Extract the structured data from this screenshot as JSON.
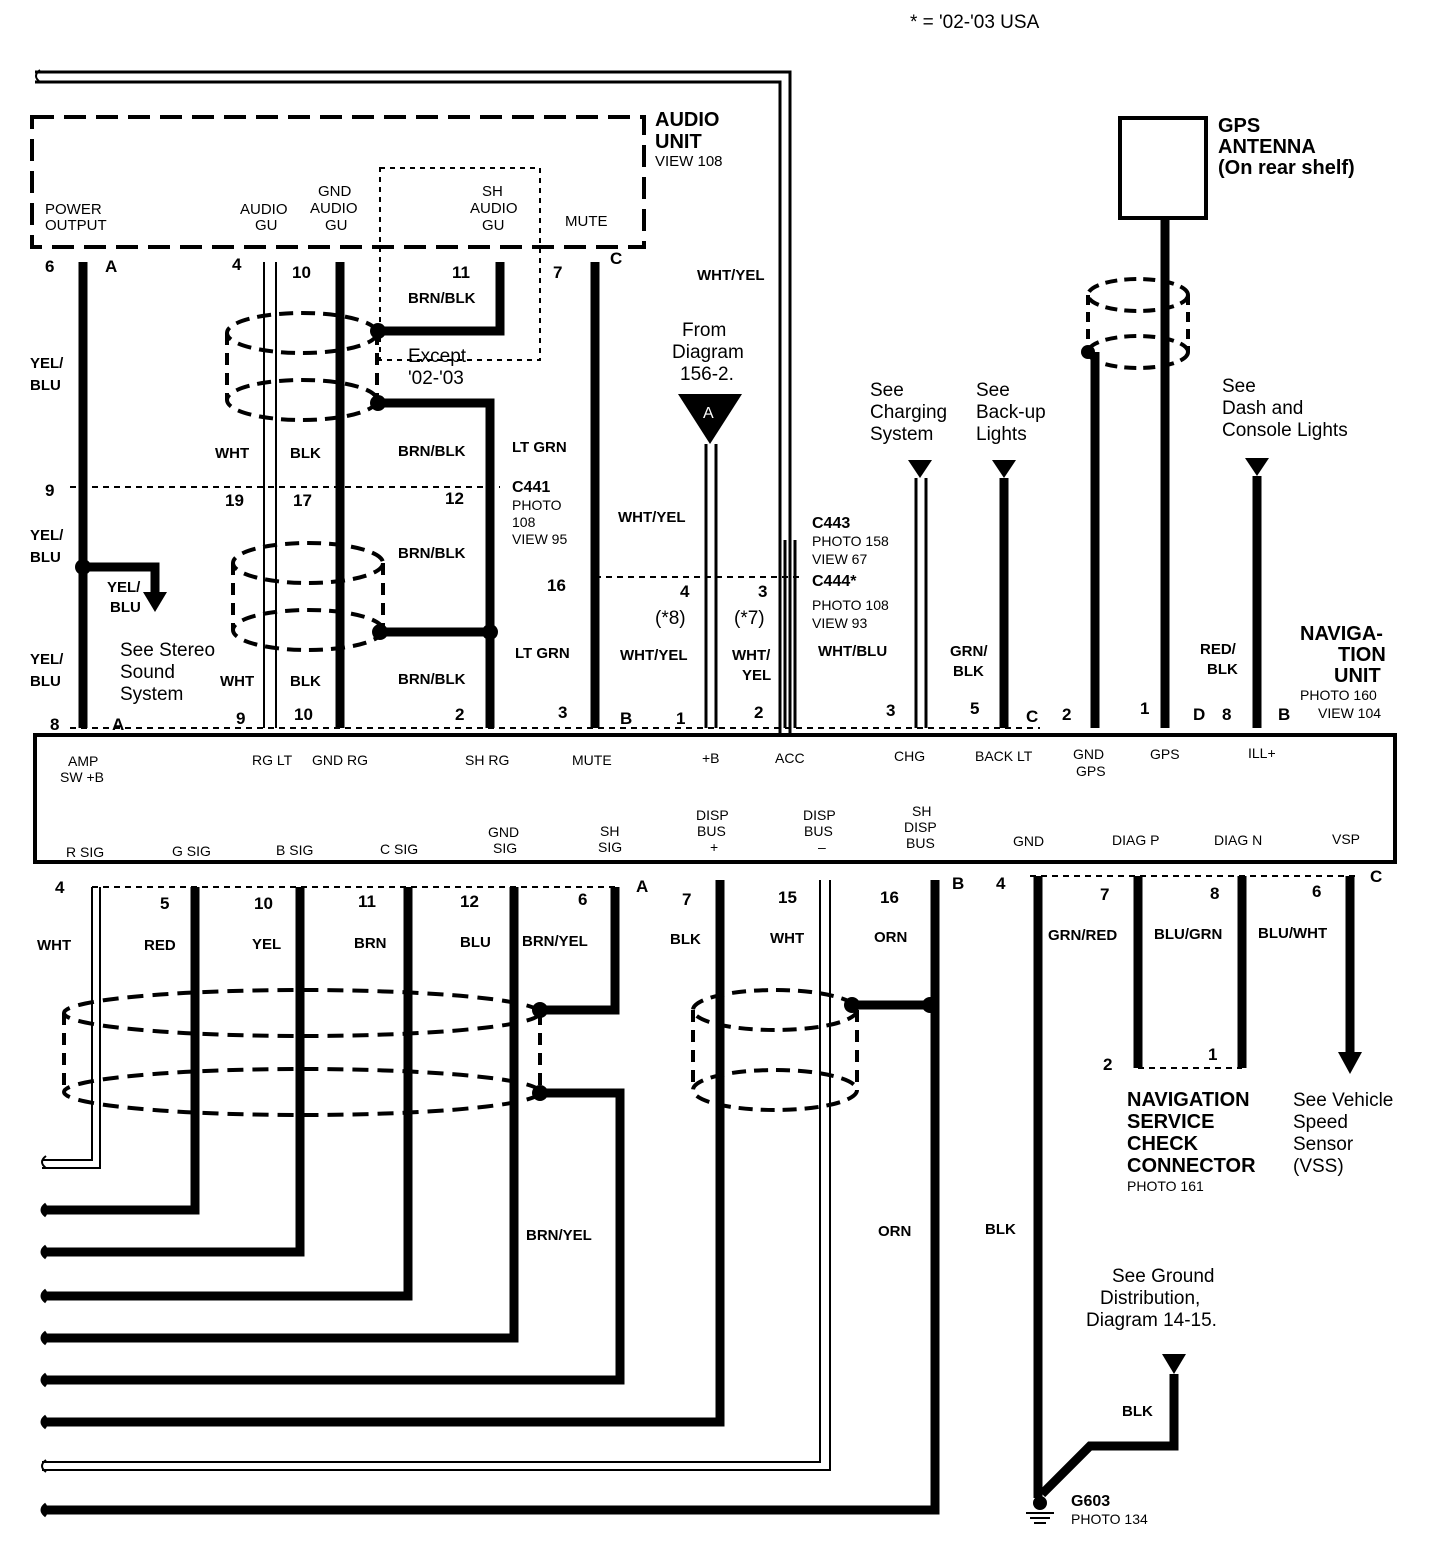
{
  "footnote": "* = '02-'03 USA",
  "components": {
    "audio_unit": {
      "name_line1": "AUDIO",
      "name_line2": "UNIT",
      "view": "VIEW 108"
    },
    "gps_antenna": {
      "line1": "GPS",
      "line2": "ANTENNA",
      "line3": "(On rear shelf)"
    },
    "navigation_unit": {
      "line1": "NAVIGA-",
      "line2": "TION",
      "line3": "UNIT",
      "photo": "PHOTO 160",
      "view": "VIEW 104"
    },
    "nav_check_connector": {
      "line1": "NAVIGATION",
      "line2": "SERVICE",
      "line3": "CHECK",
      "line4": "CONNECTOR",
      "photo": "PHOTO 161"
    },
    "ground": {
      "name": "G603",
      "photo": "PHOTO 134"
    }
  },
  "audio_terminals": [
    {
      "label1": "POWER",
      "label2": "OUTPUT"
    },
    {
      "label1": "AUDIO",
      "label2": "GU"
    },
    {
      "label1": "GND",
      "label2": "AUDIO",
      "label3": "GU"
    },
    {
      "label1": "SH",
      "label2": "AUDIO",
      "label3": "GU"
    },
    {
      "label1": "MUTE"
    }
  ],
  "pins_top": [
    "6",
    "A",
    "4",
    "10",
    "11",
    "7",
    "C"
  ],
  "wires_upper": {
    "yel_blu": "YEL/",
    "blu": "BLU",
    "brn_blk": "BRN/BLK",
    "wht": "WHT",
    "blk": "BLK",
    "lt_grn": "LT GRN",
    "wht_yel": "WHT/YEL",
    "wht_blu": "WHT/BLU",
    "grn": "GRN/",
    "red": "RED/",
    "except": "Except",
    "except_years": "'02-'03"
  },
  "connectors": {
    "c441": {
      "name": "C441",
      "photo": "PHOTO",
      "photo_num": "108",
      "view": "VIEW 95"
    },
    "c443": {
      "name": "C443",
      "photo": "PHOTO 158",
      "view": "VIEW 67"
    },
    "c444": {
      "name": "C444*",
      "photo": "PHOTO 108",
      "view": "VIEW 93"
    }
  },
  "pins_mid": [
    "9",
    "19",
    "17",
    "12",
    "16",
    "4",
    "3",
    "(*8)",
    "(*7)"
  ],
  "notes": {
    "from_diagram": [
      "From",
      "Diagram",
      "156-2."
    ],
    "arrow_a": "A",
    "see_stereo": [
      "See Stereo",
      "Sound",
      "System"
    ],
    "see_charging": [
      "See",
      "Charging",
      "System"
    ],
    "see_backup": [
      "See",
      "Back-up",
      "Lights"
    ],
    "see_dash": [
      "See",
      "Dash and",
      "Console Lights"
    ],
    "see_vss": [
      "See Vehicle",
      "Speed",
      "Sensor",
      "(VSS)"
    ],
    "see_ground": [
      "See Ground",
      "Distribution,",
      "Diagram 14-15."
    ]
  },
  "nav_pins_top": [
    "8",
    "A",
    "9",
    "10",
    "2",
    "3",
    "B",
    "1",
    "2",
    "3",
    "5",
    "C",
    "2",
    "1",
    "D",
    "8",
    "B"
  ],
  "nav_labels_top": [
    "AMP",
    "SW +B",
    "RG LT",
    "GND RG",
    "SH RG",
    "MUTE",
    "+B",
    "ACC",
    "CHG",
    "BACK LT",
    "GND",
    "GPS",
    "GPS",
    "ILL+"
  ],
  "nav_labels_bottom": [
    "R SIG",
    "G SIG",
    "B SIG",
    "C SIG",
    "GND",
    "SIG",
    "SH",
    "SIG",
    "DISP",
    "BUS",
    "+",
    "DISP",
    "BUS",
    "–",
    "SH",
    "DISP",
    "BUS",
    "GND",
    "DIAG P",
    "DIAG N",
    "VSP"
  ],
  "nav_pins_bottom": [
    "4",
    "5",
    "10",
    "11",
    "12",
    "6",
    "A",
    "7",
    "15",
    "16",
    "B",
    "4",
    "7",
    "8",
    "6",
    "C"
  ],
  "wires_lower": [
    "WHT",
    "RED",
    "YEL",
    "BRN",
    "BLU",
    "BRN/YEL",
    "BLK",
    "WHT",
    "ORN",
    "GRN/RED",
    "BLU/GRN",
    "BLU/WHT",
    "BRN/YEL",
    "ORN",
    "BLK",
    "BLK"
  ],
  "check_pins": [
    "2",
    "1"
  ]
}
